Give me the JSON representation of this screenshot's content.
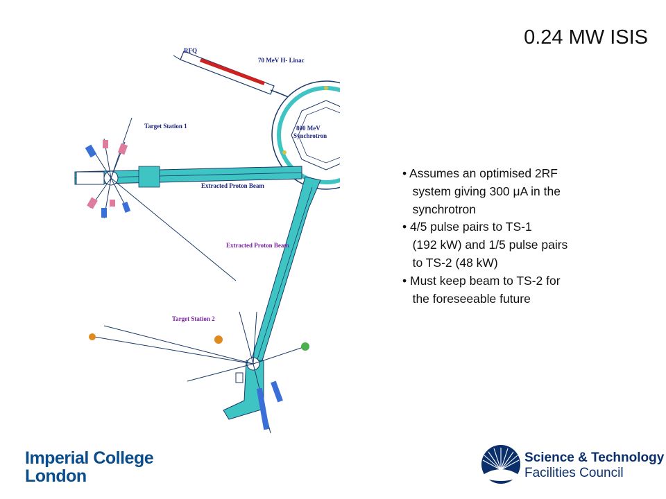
{
  "title": "0.24 MW ISIS",
  "bullets": [
    "• Assumes an optimised 2RF\n   system giving 300 μA in the\n   synchrotron",
    "• 4/5 pulse pairs to TS-1\n   (192 kW) and 1/5 pulse pairs\n   to TS-2 (48 kW)",
    "• Must keep beam to TS-2 for\n   the foreseeable future"
  ],
  "diagram": {
    "labels": {
      "rfq": "RFQ",
      "linac": "70 MeV H-  Linac",
      "synchrotron_line1": "800 MeV",
      "synchrotron_line2": "Synchrotron",
      "ts1": "Target Station 1",
      "epb1": "Extracted Proton Beam",
      "epb2": "Extracted Proton Beam",
      "ts2": "Target Station 2"
    },
    "colors": {
      "beamline": "#3fc4c4",
      "outline": "#1a3a6a",
      "linac_red": "#cc2222",
      "label_navy": "#1a237e",
      "label_purple": "#7b1fa2"
    }
  },
  "logos": {
    "imperial_line1": "Imperial College",
    "imperial_line2": "London",
    "stfc_line1": "Science & Technology",
    "stfc_line2": "Facilities Council"
  }
}
